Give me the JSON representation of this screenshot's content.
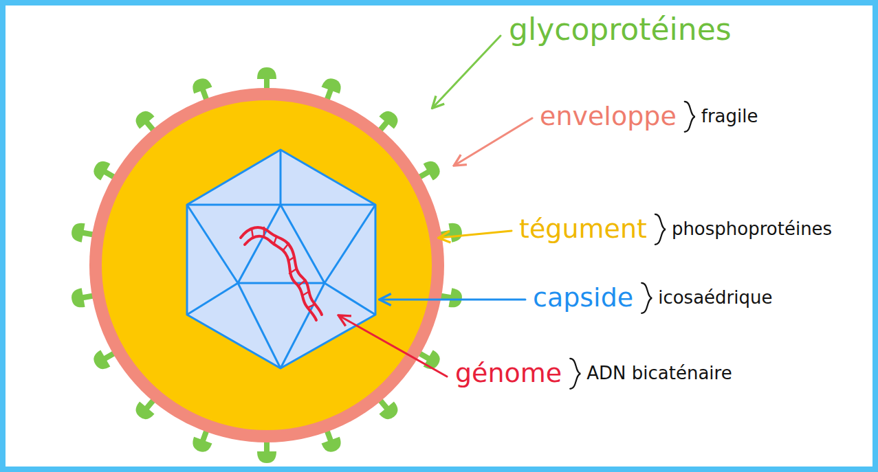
{
  "diagram": {
    "labels": [
      "glycoprotéines",
      "enveloppe",
      "fragile",
      "tégument",
      "phosphoprotéines",
      "capside",
      "icosaédrique",
      "génome",
      "ADN bicaténaire"
    ]
  }
}
